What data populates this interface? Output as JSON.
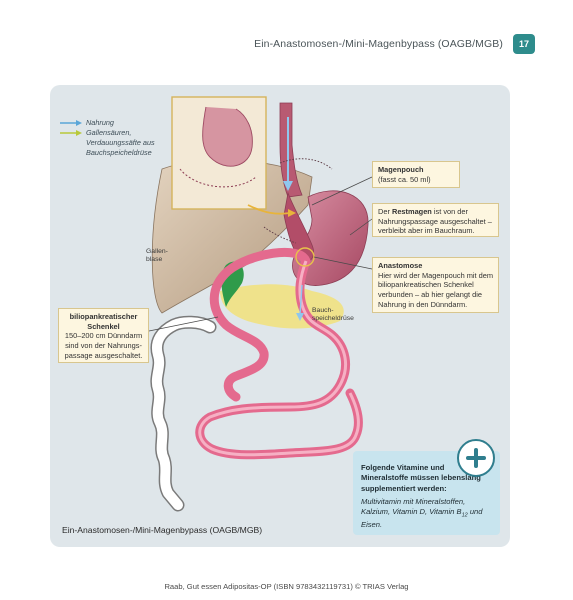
{
  "header": {
    "title": "Ein-Anastomosen-/Mini-Magenbypass (OAGB/MGB)",
    "page_number": "17"
  },
  "legend": {
    "items": [
      {
        "label": "Nahrung",
        "color": "#5aa6d8"
      },
      {
        "label": "Gallensäuren, Verdauungssäfte aus Bauchspeicheldrüse",
        "color": "#b8c93a"
      }
    ]
  },
  "labels": {
    "gallenblase": "Gallen-blase",
    "bauchspeicheldruese": "Bauch-speicheldrüse"
  },
  "callouts": {
    "pouch": {
      "title": "Magenpouch",
      "text": "(fasst ca. 50 ml)"
    },
    "restmagen": {
      "prefix": "Der",
      "term": "Restmagen",
      "text": "ist von der Nahrungspassage ausgeschaltet – verbleibt aber im Bauchraum."
    },
    "anastomose": {
      "title": "Anastomose",
      "text": "Hier wird der Magenpouch mit dem biliopankreatischen Schenkel verbunden – ab hier gelangt die Nahrung in den Dünndarm."
    },
    "bilio": {
      "title": "biliopankreatischer Schenkel",
      "text": "150–200 cm Dünndarm sind von der Nahrungs-passage ausgeschaltet."
    }
  },
  "vitamins": {
    "heading": "Folgende Vitamine und Mineralstoffe müssen lebenslang supplementiert werden:",
    "text_before": "Multivitamin mit Mineralstoffen, Kalzium, Vitamin D, Vitamin B",
    "subscript": "12",
    "text_after": " und Eisen.",
    "icon": "plus-icon"
  },
  "caption": "Ein-Anastomosen-/Mini-Magenbypass (OAGB/MGB)",
  "footer": "Raab, Gut essen Adipositas-OP (ISBN 9783432119731) © TRIAS Verlag",
  "colors": {
    "accent": "#2e8c8c",
    "card": "#dfe6ea",
    "stomach": "#b85a72",
    "intestine": "#e46a8e",
    "liver": "#c9b49b",
    "pancreas": "#f2e07a",
    "callout": "#fdf6e0",
    "info_box": "#c8e4ee"
  }
}
